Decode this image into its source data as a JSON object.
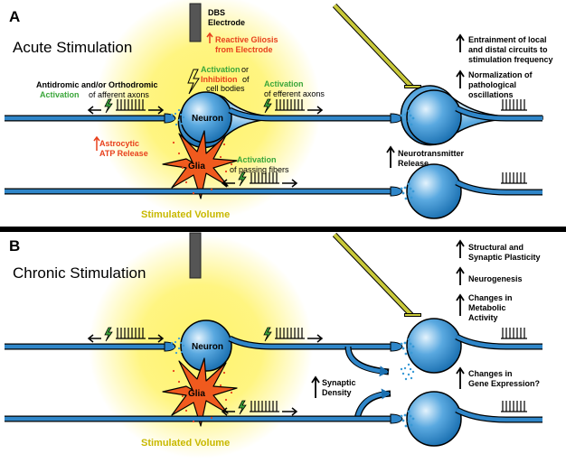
{
  "colors": {
    "axon": "#1a6fb0",
    "axon_fill": "#2f86c9",
    "cell_highlight": "#d6ecfb",
    "glow": "#fff36b",
    "glia": "#f05a1e",
    "green": "#3aa63a",
    "red": "#e8401c",
    "vesicle": "#3a9ad6",
    "electrode": "#555555",
    "lead": "#c9c93a"
  },
  "panel_a": {
    "letter": "A",
    "title": "Acute Stimulation",
    "electrode_label_1": "DBS",
    "electrode_label_2": "Electrode",
    "gliosis_1": "Reactive Gliosis",
    "gliosis_2": "from Electrode",
    "antidromic_1": "Antidromic and/or Orthodromic",
    "antidromic_green": "Activation",
    "antidromic_2": "of afferent axons",
    "cellbody_green": "Activation",
    "cellbody_or": "or",
    "cellbody_red": "Inhibition",
    "cellbody_of": "of",
    "cellbody_2": "cell bodies",
    "efferent_green": "Activation",
    "efferent_2": "of efferent axons",
    "neuron": "Neuron",
    "glia": "Glia",
    "astro_1": "Astrocytic",
    "astro_2": "ATP Release",
    "passing_green": "Activation",
    "passing_2": "of passing fibers",
    "nt_1": "Neurotransmitter",
    "nt_2": "Release",
    "entrain_1": "Entrainment of local",
    "entrain_2": "and distal circuits to",
    "entrain_3": "stimulation frequency",
    "norm_1": "Normalization of",
    "norm_2": "pathological",
    "norm_3": "oscillations",
    "stim_volume": "Stimulated Volume"
  },
  "panel_b": {
    "letter": "B",
    "title": "Chronic Stimulation",
    "neuron": "Neuron",
    "glia": "Glia",
    "synaptic_1": "Synaptic",
    "synaptic_2": "Density",
    "structural_1": "Structural and",
    "structural_2": "Synaptic Plasticity",
    "neurogenesis": "Neurogenesis",
    "metabolic_1": "Changes in",
    "metabolic_2": "Metabolic",
    "metabolic_3": "Activity",
    "gene_1": "Changes in",
    "gene_2": "Gene Expression?",
    "stim_volume": "Stimulated Volume"
  }
}
